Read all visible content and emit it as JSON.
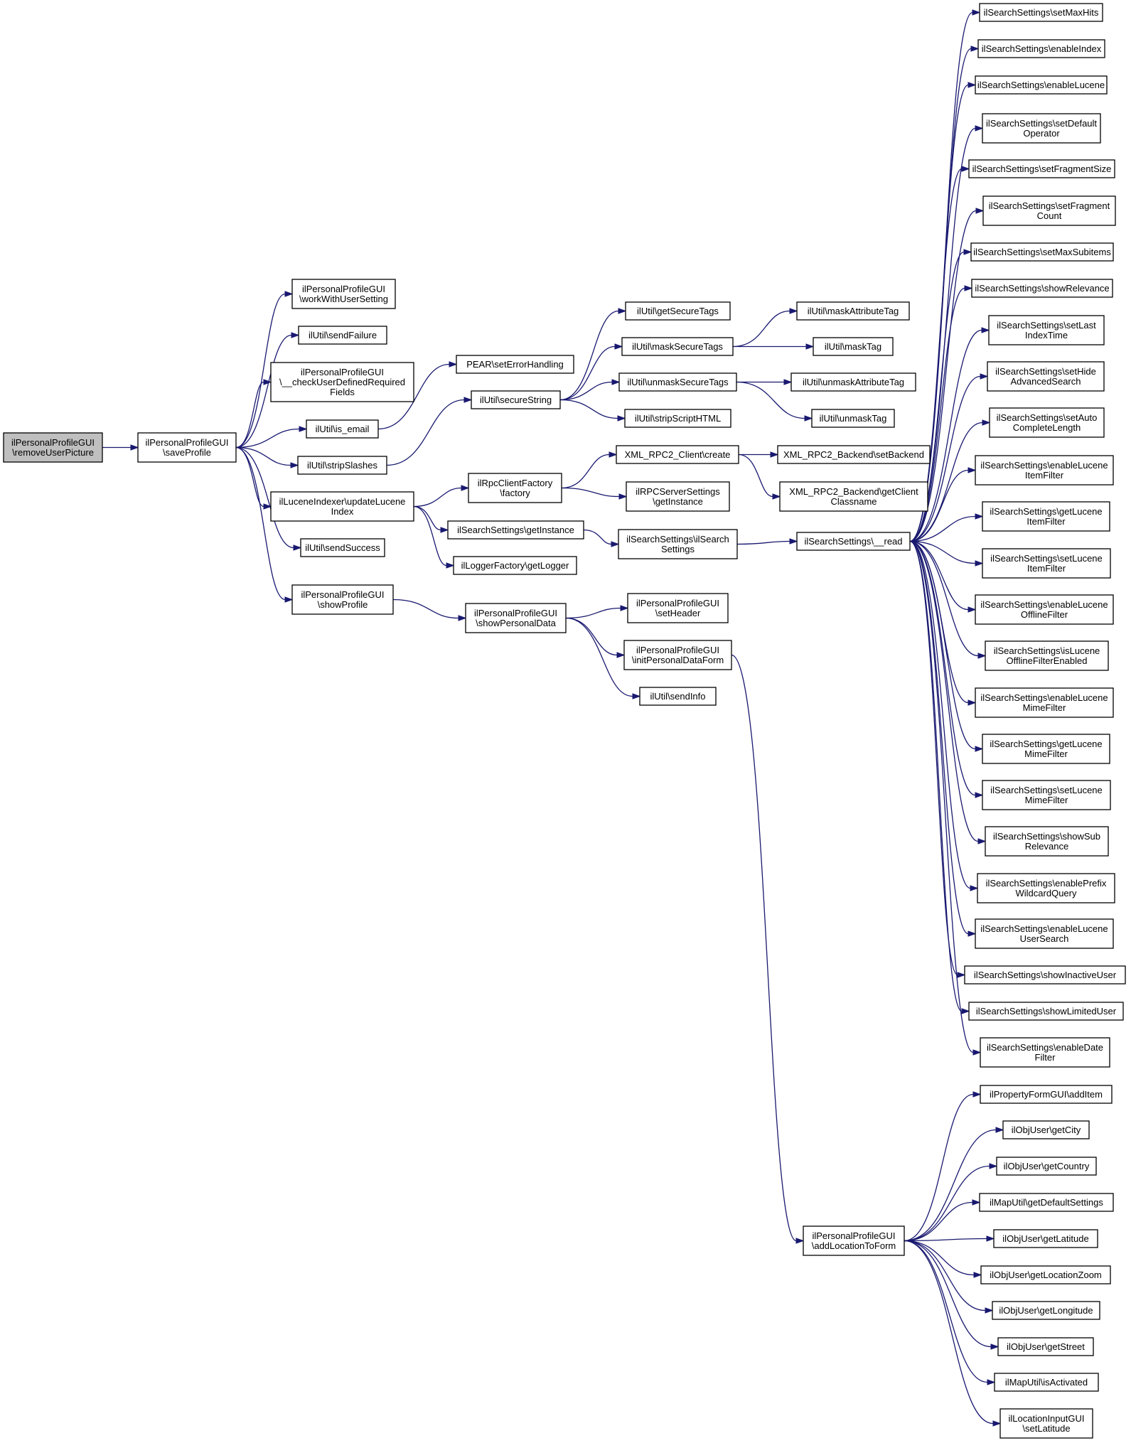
{
  "nodes": [
    {
      "id": "root",
      "lines": [
        "ilPersonalProfileGUI",
        "\\removeUserPicture"
      ]
    },
    {
      "id": "saveProfile",
      "lines": [
        "ilPersonalProfileGUI",
        "\\saveProfile"
      ]
    },
    {
      "id": "workWithUserSetting",
      "lines": [
        "ilPersonalProfileGUI",
        "\\workWithUserSetting"
      ]
    },
    {
      "id": "sendFailure",
      "lines": [
        "ilUtil\\sendFailure"
      ]
    },
    {
      "id": "checkUserDefined",
      "lines": [
        "ilPersonalProfileGUI",
        "\\__checkUserDefinedRequired",
        "Fields"
      ]
    },
    {
      "id": "is_email",
      "lines": [
        "ilUtil\\is_email"
      ]
    },
    {
      "id": "stripSlashes",
      "lines": [
        "ilUtil\\stripSlashes"
      ]
    },
    {
      "id": "updateLucene",
      "lines": [
        "ilLuceneIndexer\\updateLucene",
        "Index"
      ]
    },
    {
      "id": "sendSuccess",
      "lines": [
        "ilUtil\\sendSuccess"
      ]
    },
    {
      "id": "showProfile",
      "lines": [
        "ilPersonalProfileGUI",
        "\\showProfile"
      ]
    },
    {
      "id": "setErrorHandling",
      "lines": [
        "PEAR\\setErrorHandling"
      ]
    },
    {
      "id": "secureString",
      "lines": [
        "ilUtil\\secureString"
      ]
    },
    {
      "id": "rpcFactory",
      "lines": [
        "ilRpcClientFactory",
        "\\factory"
      ]
    },
    {
      "id": "ssGetInstance",
      "lines": [
        "ilSearchSettings\\getInstance"
      ]
    },
    {
      "id": "getLogger",
      "lines": [
        "ilLoggerFactory\\getLogger"
      ]
    },
    {
      "id": "showPersonalData",
      "lines": [
        "ilPersonalProfileGUI",
        "\\showPersonalData"
      ]
    },
    {
      "id": "getSecureTags",
      "lines": [
        "ilUtil\\getSecureTags"
      ]
    },
    {
      "id": "maskSecureTags",
      "lines": [
        "ilUtil\\maskSecureTags"
      ]
    },
    {
      "id": "unmaskSecureTags",
      "lines": [
        "ilUtil\\unmaskSecureTags"
      ]
    },
    {
      "id": "stripScriptHTML",
      "lines": [
        "ilUtil\\stripScriptHTML"
      ]
    },
    {
      "id": "xmlCreate",
      "lines": [
        "XML_RPC2_Client\\create"
      ]
    },
    {
      "id": "rpcServerGetInstance",
      "lines": [
        "ilRPCServerSettings",
        "\\getInstance"
      ]
    },
    {
      "id": "ilSearchSettingsCtor",
      "lines": [
        "ilSearchSettings\\ilSearch",
        "Settings"
      ]
    },
    {
      "id": "setHeader",
      "lines": [
        "ilPersonalProfileGUI",
        "\\setHeader"
      ]
    },
    {
      "id": "initPersonalDataForm",
      "lines": [
        "ilPersonalProfileGUI",
        "\\initPersonalDataForm"
      ]
    },
    {
      "id": "sendInfo",
      "lines": [
        "ilUtil\\sendInfo"
      ]
    },
    {
      "id": "maskAttributeTag",
      "lines": [
        "ilUtil\\maskAttributeTag"
      ]
    },
    {
      "id": "maskTag",
      "lines": [
        "ilUtil\\maskTag"
      ]
    },
    {
      "id": "unmaskAttributeTag",
      "lines": [
        "ilUtil\\unmaskAttributeTag"
      ]
    },
    {
      "id": "unmaskTag",
      "lines": [
        "ilUtil\\unmaskTag"
      ]
    },
    {
      "id": "setBackend",
      "lines": [
        "XML_RPC2_Backend\\setBackend"
      ]
    },
    {
      "id": "getClientClassname",
      "lines": [
        "XML_RPC2_Backend\\getClient",
        "Classname"
      ]
    },
    {
      "id": "read",
      "lines": [
        "ilSearchSettings\\__read"
      ]
    },
    {
      "id": "addLocationToForm",
      "lines": [
        "ilPersonalProfileGUI",
        "\\addLocationToForm"
      ]
    },
    {
      "id": "setMaxHits",
      "lines": [
        "ilSearchSettings\\setMaxHits"
      ]
    },
    {
      "id": "enableIndex",
      "lines": [
        "ilSearchSettings\\enableIndex"
      ]
    },
    {
      "id": "enableLucene",
      "lines": [
        "ilSearchSettings\\enableLucene"
      ]
    },
    {
      "id": "setDefaultOperator",
      "lines": [
        "ilSearchSettings\\setDefault",
        "Operator"
      ]
    },
    {
      "id": "setFragmentSize",
      "lines": [
        "ilSearchSettings\\setFragmentSize"
      ]
    },
    {
      "id": "setFragmentCount",
      "lines": [
        "ilSearchSettings\\setFragment",
        "Count"
      ]
    },
    {
      "id": "setMaxSubitems",
      "lines": [
        "ilSearchSettings\\setMaxSubitems"
      ]
    },
    {
      "id": "showRelevance",
      "lines": [
        "ilSearchSettings\\showRelevance"
      ]
    },
    {
      "id": "setLastIndexTime",
      "lines": [
        "ilSearchSettings\\setLast",
        "IndexTime"
      ]
    },
    {
      "id": "setHideAdvancedSearch",
      "lines": [
        "ilSearchSettings\\setHide",
        "AdvancedSearch"
      ]
    },
    {
      "id": "setAutoCompleteLength",
      "lines": [
        "ilSearchSettings\\setAuto",
        "CompleteLength"
      ]
    },
    {
      "id": "enableLuceneItemFilter",
      "lines": [
        "ilSearchSettings\\enableLucene",
        "ItemFilter"
      ]
    },
    {
      "id": "getLuceneItemFilter",
      "lines": [
        "ilSearchSettings\\getLucene",
        "ItemFilter"
      ]
    },
    {
      "id": "setLuceneItemFilter",
      "lines": [
        "ilSearchSettings\\setLucene",
        "ItemFilter"
      ]
    },
    {
      "id": "enableLuceneOfflineFilter",
      "lines": [
        "ilSearchSettings\\enableLucene",
        "OfflineFilter"
      ]
    },
    {
      "id": "isLuceneOfflineFilterEnabled",
      "lines": [
        "ilSearchSettings\\isLucene",
        "OfflineFilterEnabled"
      ]
    },
    {
      "id": "enableLuceneMimeFilter",
      "lines": [
        "ilSearchSettings\\enableLucene",
        "MimeFilter"
      ]
    },
    {
      "id": "getLuceneMimeFilter",
      "lines": [
        "ilSearchSettings\\getLucene",
        "MimeFilter"
      ]
    },
    {
      "id": "setLuceneMimeFilter",
      "lines": [
        "ilSearchSettings\\setLucene",
        "MimeFilter"
      ]
    },
    {
      "id": "showSubRelevance",
      "lines": [
        "ilSearchSettings\\showSub",
        "Relevance"
      ]
    },
    {
      "id": "enablePrefixWildcardQuery",
      "lines": [
        "ilSearchSettings\\enablePrefix",
        "WildcardQuery"
      ]
    },
    {
      "id": "enableLuceneUserSearch",
      "lines": [
        "ilSearchSettings\\enableLucene",
        "UserSearch"
      ]
    },
    {
      "id": "showInactiveUser",
      "lines": [
        "ilSearchSettings\\showInactiveUser"
      ]
    },
    {
      "id": "showLimitedUser",
      "lines": [
        "ilSearchSettings\\showLimitedUser"
      ]
    },
    {
      "id": "enableDateFilter",
      "lines": [
        "ilSearchSettings\\enableDate",
        "Filter"
      ]
    },
    {
      "id": "addItem",
      "lines": [
        "ilPropertyFormGUI\\addItem"
      ]
    },
    {
      "id": "getCity",
      "lines": [
        "ilObjUser\\getCity"
      ]
    },
    {
      "id": "getCountry",
      "lines": [
        "ilObjUser\\getCountry"
      ]
    },
    {
      "id": "getDefaultSettings",
      "lines": [
        "ilMapUtil\\getDefaultSettings"
      ]
    },
    {
      "id": "getLatitude",
      "lines": [
        "ilObjUser\\getLatitude"
      ]
    },
    {
      "id": "getLocationZoom",
      "lines": [
        "ilObjUser\\getLocationZoom"
      ]
    },
    {
      "id": "getLongitude",
      "lines": [
        "ilObjUser\\getLongitude"
      ]
    },
    {
      "id": "getStreet",
      "lines": [
        "ilObjUser\\getStreet"
      ]
    },
    {
      "id": "isActivated",
      "lines": [
        "ilMapUtil\\isActivated"
      ]
    },
    {
      "id": "setLatitude",
      "lines": [
        "ilLocationInputGUI",
        "\\setLatitude"
      ]
    }
  ],
  "edges": [
    [
      "root",
      "saveProfile"
    ],
    [
      "saveProfile",
      "workWithUserSetting"
    ],
    [
      "saveProfile",
      "sendFailure"
    ],
    [
      "saveProfile",
      "checkUserDefined"
    ],
    [
      "saveProfile",
      "is_email"
    ],
    [
      "saveProfile",
      "stripSlashes"
    ],
    [
      "saveProfile",
      "updateLucene"
    ],
    [
      "saveProfile",
      "sendSuccess"
    ],
    [
      "saveProfile",
      "showProfile"
    ],
    [
      "is_email",
      "setErrorHandling"
    ],
    [
      "stripSlashes",
      "secureString"
    ],
    [
      "updateLucene",
      "rpcFactory"
    ],
    [
      "updateLucene",
      "ssGetInstance"
    ],
    [
      "updateLucene",
      "getLogger"
    ],
    [
      "showProfile",
      "showPersonalData"
    ],
    [
      "secureString",
      "getSecureTags"
    ],
    [
      "secureString",
      "maskSecureTags"
    ],
    [
      "secureString",
      "unmaskSecureTags"
    ],
    [
      "secureString",
      "stripScriptHTML"
    ],
    [
      "rpcFactory",
      "xmlCreate"
    ],
    [
      "rpcFactory",
      "rpcServerGetInstance"
    ],
    [
      "ssGetInstance",
      "ilSearchSettingsCtor"
    ],
    [
      "showPersonalData",
      "setHeader"
    ],
    [
      "showPersonalData",
      "initPersonalDataForm"
    ],
    [
      "showPersonalData",
      "sendInfo"
    ],
    [
      "maskSecureTags",
      "maskAttributeTag"
    ],
    [
      "maskSecureTags",
      "maskTag"
    ],
    [
      "unmaskSecureTags",
      "unmaskAttributeTag"
    ],
    [
      "unmaskSecureTags",
      "unmaskTag"
    ],
    [
      "xmlCreate",
      "setBackend"
    ],
    [
      "xmlCreate",
      "getClientClassname"
    ],
    [
      "ilSearchSettingsCtor",
      "read"
    ],
    [
      "initPersonalDataForm",
      "addLocationToForm"
    ],
    [
      "read",
      "setMaxHits"
    ],
    [
      "read",
      "enableIndex"
    ],
    [
      "read",
      "enableLucene"
    ],
    [
      "read",
      "setDefaultOperator"
    ],
    [
      "read",
      "setFragmentSize"
    ],
    [
      "read",
      "setFragmentCount"
    ],
    [
      "read",
      "setMaxSubitems"
    ],
    [
      "read",
      "showRelevance"
    ],
    [
      "read",
      "setLastIndexTime"
    ],
    [
      "read",
      "setHideAdvancedSearch"
    ],
    [
      "read",
      "setAutoCompleteLength"
    ],
    [
      "read",
      "enableLuceneItemFilter"
    ],
    [
      "read",
      "getLuceneItemFilter"
    ],
    [
      "read",
      "setLuceneItemFilter"
    ],
    [
      "read",
      "enableLuceneOfflineFilter"
    ],
    [
      "read",
      "isLuceneOfflineFilterEnabled"
    ],
    [
      "read",
      "enableLuceneMimeFilter"
    ],
    [
      "read",
      "getLuceneMimeFilter"
    ],
    [
      "read",
      "setLuceneMimeFilter"
    ],
    [
      "read",
      "showSubRelevance"
    ],
    [
      "read",
      "enablePrefixWildcardQuery"
    ],
    [
      "read",
      "enableLuceneUserSearch"
    ],
    [
      "read",
      "showInactiveUser"
    ],
    [
      "read",
      "showLimitedUser"
    ],
    [
      "read",
      "enableDateFilter"
    ],
    [
      "addLocationToForm",
      "addItem"
    ],
    [
      "addLocationToForm",
      "getCity"
    ],
    [
      "addLocationToForm",
      "getCountry"
    ],
    [
      "addLocationToForm",
      "getDefaultSettings"
    ],
    [
      "addLocationToForm",
      "getLatitude"
    ],
    [
      "addLocationToForm",
      "getLocationZoom"
    ],
    [
      "addLocationToForm",
      "getLongitude"
    ],
    [
      "addLocationToForm",
      "getStreet"
    ],
    [
      "addLocationToForm",
      "isActivated"
    ],
    [
      "addLocationToForm",
      "setLatitude"
    ]
  ]
}
